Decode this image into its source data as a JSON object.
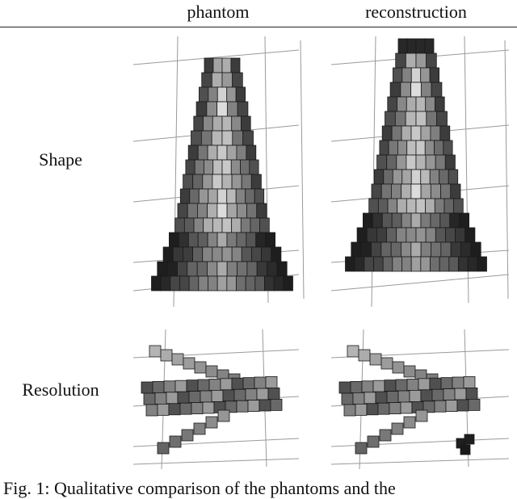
{
  "columns": [
    "phantom",
    "reconstruction"
  ],
  "rows": [
    {
      "label": "Shape"
    },
    {
      "label": "Resolution"
    }
  ],
  "panels": [
    {
      "row": "Shape",
      "column": "phantom",
      "alt": "voxel rendering of tapered tower phantom"
    },
    {
      "row": "Shape",
      "column": "reconstruction",
      "alt": "voxel rendering of reconstructed tower"
    },
    {
      "row": "Resolution",
      "column": "phantom",
      "alt": "voxel rendering of resolution phantom"
    },
    {
      "row": "Resolution",
      "column": "reconstruction",
      "alt": "voxel rendering of reconstructed resolution phantom"
    }
  ],
  "caption": "Fig. 1: Qualitative comparison of the phantoms and the"
}
